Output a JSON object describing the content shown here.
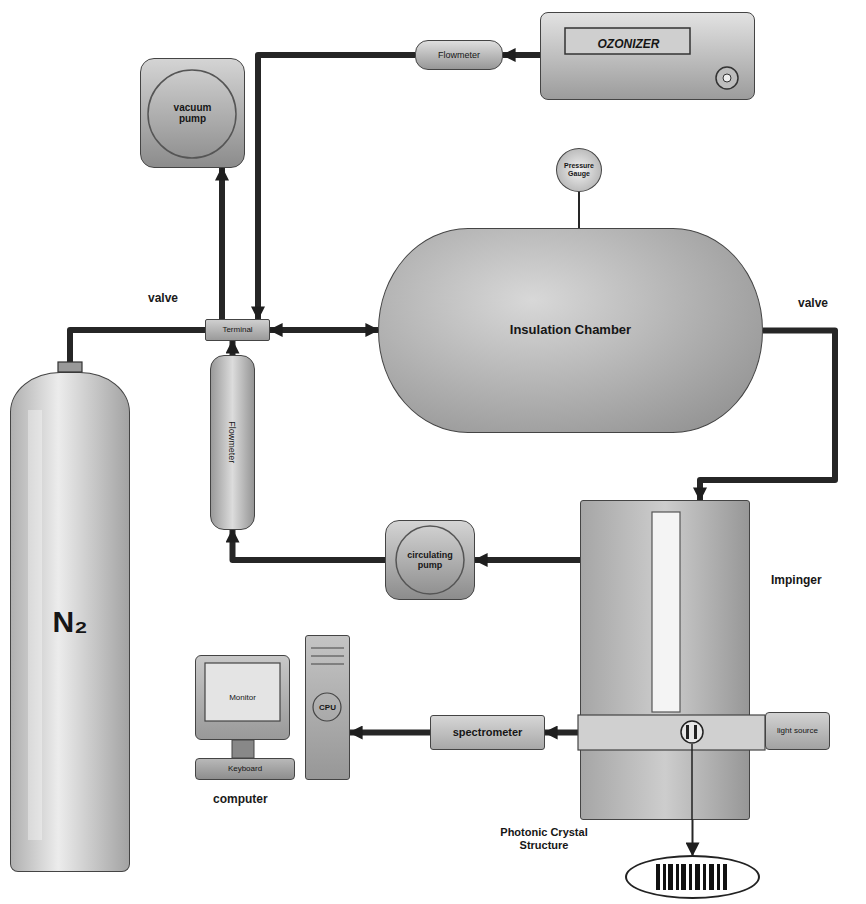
{
  "diagram": {
    "nodes": [
      {
        "text": [
          "OZONIZER"
        ]
      },
      {
        "text": [
          "Flowmeter"
        ]
      },
      {
        "text": [
          "vacuum pump"
        ]
      },
      {
        "text": [
          "Pressure Gauge"
        ]
      },
      {
        "text": [
          "Terminal"
        ]
      },
      {
        "text": [
          "Insulation Chamber"
        ]
      },
      {
        "text": [
          "N₂"
        ]
      },
      {
        "text": [
          "Flowmeter"
        ]
      },
      {
        "text": [
          "circulating pump"
        ]
      },
      {
        "text": [
          "Impinger"
        ]
      },
      {
        "text": [
          "Monitor"
        ]
      },
      {
        "text": [
          "CPU"
        ]
      },
      {
        "text": [
          "spectrometer"
        ]
      },
      {
        "text": [
          "light source"
        ]
      },
      {
        "text": [
          "Keyboard"
        ]
      },
      {
        "text": [
          "Photonic Crystal Structure"
        ]
      }
    ],
    "edges": [
      {
        "from": 0,
        "to": 1,
        "arrow": "to"
      },
      {
        "from": 1,
        "to": 4,
        "arrow": "to"
      },
      {
        "from": 4,
        "to": 2,
        "arrow": "to"
      },
      {
        "from": 6,
        "to": 4,
        "arrow": "none"
      },
      {
        "from": 4,
        "to": 5,
        "arrow": "both"
      },
      {
        "from": 5,
        "to": 9,
        "arrow": "to"
      },
      {
        "from": 9,
        "to": 8,
        "arrow": "to"
      },
      {
        "from": 8,
        "to": 7,
        "arrow": "to"
      },
      {
        "from": 7,
        "to": 4,
        "arrow": "to"
      },
      {
        "from": 9,
        "to": 12,
        "arrow": "to"
      },
      {
        "from": 12,
        "to": 11,
        "arrow": "to"
      },
      {
        "from": 3,
        "to": 5,
        "arrow": "none"
      },
      {
        "from": 9,
        "to": 15,
        "arrow": "to"
      }
    ],
    "labels": [
      "valve",
      "valve",
      "computer"
    ]
  }
}
